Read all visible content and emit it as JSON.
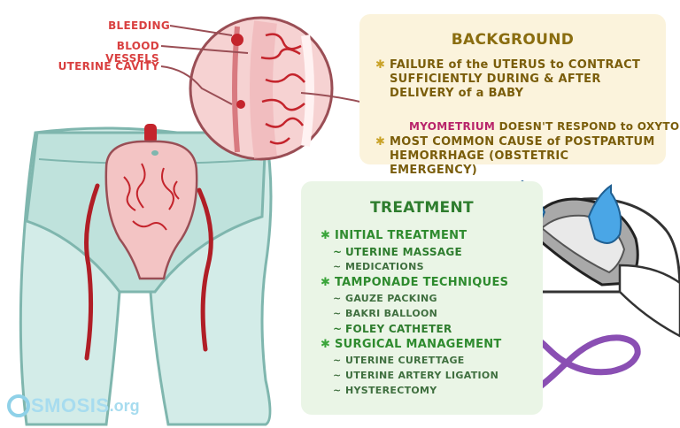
{
  "labels": {
    "bleeding": "BLEEDING",
    "blood_vessels": "BLOOD VESSELS",
    "uterine_cavity": "UTERINE CAVITY"
  },
  "background": {
    "title": "BACKGROUND",
    "item1": "FAILURE of the UTERUS to CONTRACT SUFFICIENTLY DURING & AFTER DELIVERY of a BABY",
    "myometrium": "MYOMETRIUM",
    "myometrium_rest": "DOESN'T RESPOND to OXYTOCIN",
    "item2": "MOST COMMON CAUSE of POSTPARTUM HEMORRHAGE (OBSTETRIC EMERGENCY)"
  },
  "treatment": {
    "title": "TREATMENT",
    "sections": [
      {
        "heading": "INITIAL TREATMENT",
        "items": [
          {
            "label": "UTERINE MASSAGE",
            "bold": true
          },
          {
            "label": "MEDICATIONS",
            "bold": false
          }
        ]
      },
      {
        "heading": "TAMPONADE TECHNIQUES",
        "items": [
          {
            "label": "GAUZE PACKING",
            "bold": false
          },
          {
            "label": "BAKRI BALLOON",
            "bold": false
          },
          {
            "label": "FOLEY CATHETER",
            "bold": true
          }
        ]
      },
      {
        "heading": "SURGICAL MANAGEMENT",
        "items": [
          {
            "label": "UTERINE CURETTAGE",
            "bold": false
          },
          {
            "label": "UTERINE ARTERY LIGATION",
            "bold": false
          },
          {
            "label": "HYSTERECTOMY",
            "bold": false
          }
        ]
      }
    ]
  },
  "logo": {
    "name": "SMOSIS",
    "suffix": ".org"
  },
  "colors": {
    "label_red": "#d94040",
    "background_box": "#fbf3dc",
    "treatment_box": "#eaf5e6",
    "glove_blue": "#4aa6e6",
    "catheter_purple": "#8a4fb3"
  }
}
